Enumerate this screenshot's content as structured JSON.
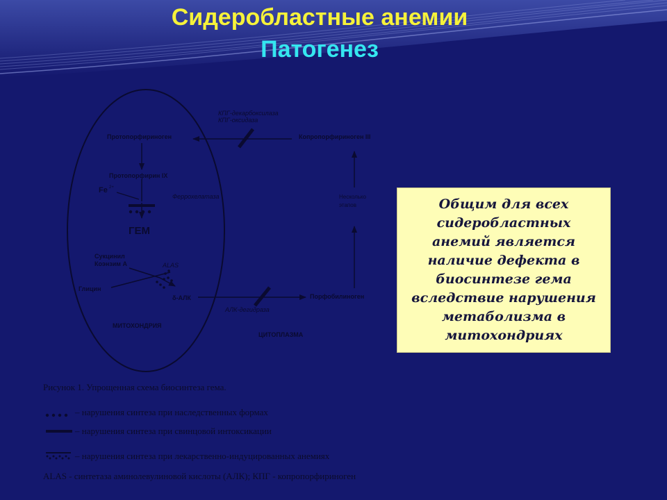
{
  "title": "Сидеробластные анемии",
  "subtitle": "Патогенез",
  "colors": {
    "background": "#14186e",
    "title": "#f6f23a",
    "subtitle": "#35e6f0",
    "callout_bg": "#fefdb7"
  },
  "diagram": {
    "protoporphyrinogen": "Протопорфириноген",
    "coproporphyrinogen": "Копропорфириноген III",
    "kpg_enzyme_1": "КПГ-декарбоксилаза",
    "kpg_enzyme_2": "КПГ-оксидаза",
    "protoporphyrin": "Протопорфирин IX",
    "fe": "Fe",
    "fe_charge": "2+",
    "ferrochelatase": "Феррохелатаза",
    "several_steps_1": "Несколько",
    "several_steps_2": "этапов",
    "heme": "ГЕМ",
    "succinyl_1": "Сукцинил",
    "succinyl_2": "Коэнзим А",
    "alas": "ALAS",
    "glycine": "Глицин",
    "dalk": "δ-АЛК",
    "porphobilinogen": "Порфобилиноген",
    "alk_dehydrase": "АЛК-дегидраза",
    "mitochondria": "МИТОХОНДРИЯ",
    "cytoplasm": "ЦИТОПЛАЗМА"
  },
  "callout": "Общим для всех сидеробластных анемий является наличие дефекта в биосинтезе гема вследствие нарушения метаболизма в митохондриях",
  "caption": {
    "figure": "Рисунок 1. Упрощенная схема биосинтеза гема.",
    "legend_dots": "– нарушения синтеза при наследственных формах",
    "legend_line": "– нарушения синтеза при свинцовой интоксикации",
    "legend_drug": "– нарушения синтеза при лекарственно-индуцированных анемиях",
    "abbrev": "ALAS - синтетаза аминолевулиновой кислоты (АЛК); КПГ - копропорфириноген"
  }
}
